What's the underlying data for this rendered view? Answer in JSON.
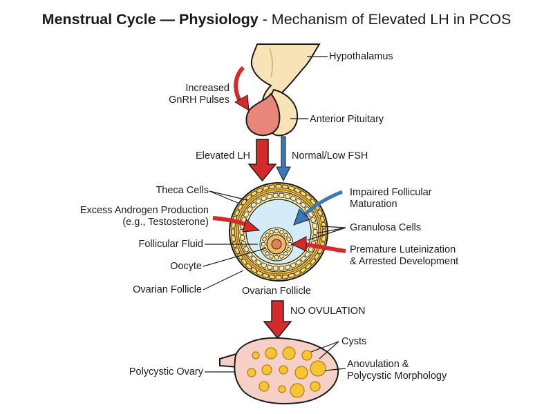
{
  "title": {
    "main": "Menstrual Cycle — Physiology",
    "sub": " - Mechanism of Elevated LH in PCOS"
  },
  "labels": {
    "hypothalamus": "Hypothalamus",
    "gnrh": [
      "Increased",
      "GnRH Pulses"
    ],
    "anterior_pituitary": "Anterior Pituitary",
    "elevated_lh": "Elevated LH",
    "normal_fsh": "Normal/Low FSH",
    "theca_cells": "Theca Cells",
    "excess_androgen": [
      "Excess Androgen Production",
      "(e.g., Testosterone)"
    ],
    "follicular_fluid": "Follicular Fluid",
    "oocyte": "Oocyte",
    "ovarian_follicle_left": "Ovarian Follicle",
    "ovarian_follicle_bottom": "Ovarian Follicle",
    "impaired_maturation": [
      "Impaired Follicular",
      "Maturation"
    ],
    "granulosa_cells": "Granulosa Cells",
    "premature_luteinization": [
      "Premature Luteinization",
      "& Arrested Development"
    ],
    "no_ovulation": "NO OVULATION",
    "cysts": "Cysts",
    "polycystic_ovary": "Polycystic Ovary",
    "anovulation": [
      "Anovulation &",
      "Polycystic Morphology"
    ]
  },
  "colors": {
    "red_arrow": "#d42a2a",
    "blue_arrow": "#3a78b8",
    "brain_tissue": "#f7e3b5",
    "pituitary_anterior": "#e8867a",
    "theca_ring": "#f3c23e",
    "follicular_fluid": "#d4ecf7",
    "ovary": "#f6cfc6",
    "cyst": "#f8c431"
  }
}
